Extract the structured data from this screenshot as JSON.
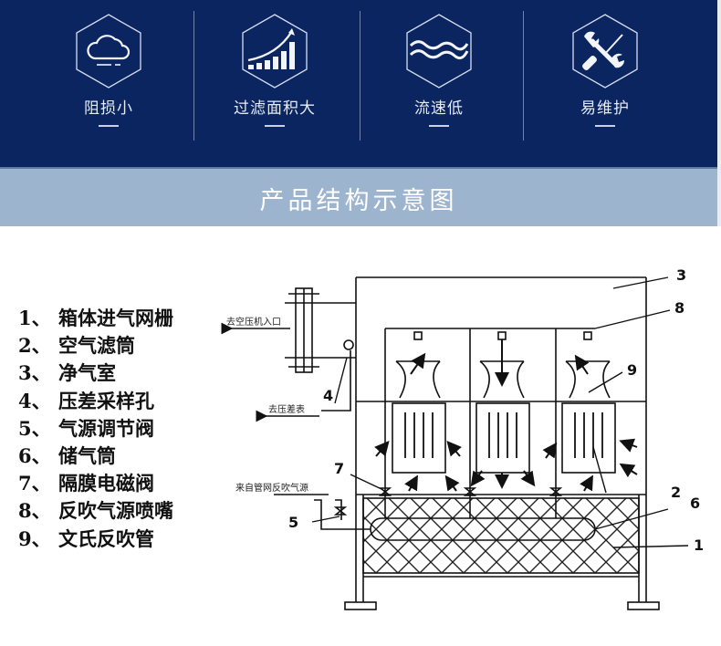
{
  "banner": {
    "background": "#0b2561",
    "features": [
      {
        "icon": "cloud-icon",
        "label": "阻损小"
      },
      {
        "icon": "bar-chart-growth-icon",
        "label": "过滤面积大"
      },
      {
        "icon": "wave-icon",
        "label": "流速低"
      },
      {
        "icon": "wrench-screwdriver-icon",
        "label": "易维护"
      }
    ]
  },
  "section": {
    "title": "产品结构示意图",
    "background": "#9db4cf"
  },
  "legend": {
    "items": [
      {
        "num": "1、",
        "label": "箱体进气网栅"
      },
      {
        "num": "2、",
        "label": "空气滤筒"
      },
      {
        "num": "3、",
        "label": "净气室"
      },
      {
        "num": "4、",
        "label": "压差采样孔"
      },
      {
        "num": "5、",
        "label": "气源调节阀"
      },
      {
        "num": "6、",
        "label": "储气筒"
      },
      {
        "num": "7、",
        "label": "隔膜电磁阀"
      },
      {
        "num": "8、",
        "label": "反吹气源喷嘴"
      },
      {
        "num": "9、",
        "label": "文氏反吹管"
      }
    ]
  },
  "diagram": {
    "labels": {
      "compressor_inlet": "去空压机入口",
      "pressure_gauge": "去压差表",
      "pulse_source": "来自管网反吹气源"
    },
    "callouts": [
      "1",
      "2",
      "3",
      "4",
      "5",
      "6",
      "7",
      "8",
      "9"
    ]
  }
}
